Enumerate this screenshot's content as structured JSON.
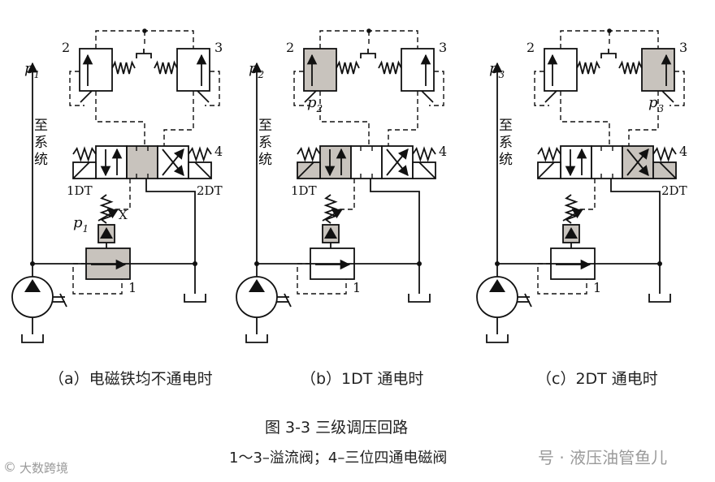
{
  "panels": [
    {
      "pressure_symbol": "p",
      "pressure_sub": "1",
      "system_text": "至系统",
      "valve_numbers": [
        "2",
        "3",
        "4",
        "1"
      ],
      "solenoid_left": "1DT",
      "solenoid_right": "2DT",
      "extra_symbol": "p",
      "extra_sub": "1",
      "extra_mark": "X",
      "caption": "（a）电磁铁均不通电时"
    },
    {
      "pressure_symbol": "p",
      "pressure_sub": "2",
      "system_text": "至系统",
      "valve_numbers": [
        "2",
        "3",
        "4",
        "1"
      ],
      "solenoid_left": "1DT",
      "extra_symbol": "p",
      "extra_sub": "2",
      "caption": "（b）1DT 通电时"
    },
    {
      "pressure_symbol": "p",
      "pressure_sub": "3",
      "system_text": "至系统",
      "valve_numbers": [
        "2",
        "3",
        "4",
        "1"
      ],
      "solenoid_right": "2DT",
      "extra_symbol": "p",
      "extra_sub": "3",
      "caption": "（c）2DT 通电时"
    }
  ],
  "figure_title": "图 3-3  三级调压回路",
  "legend": "1～3–溢流阀；4–三位四通电磁阀",
  "watermark_right": "号 · 液压油管鱼儿",
  "watermark_left": "大数跨境",
  "colors": {
    "active_fill": "#c8c3bd",
    "line": "#111111",
    "watermark": "#9a9a9a"
  }
}
